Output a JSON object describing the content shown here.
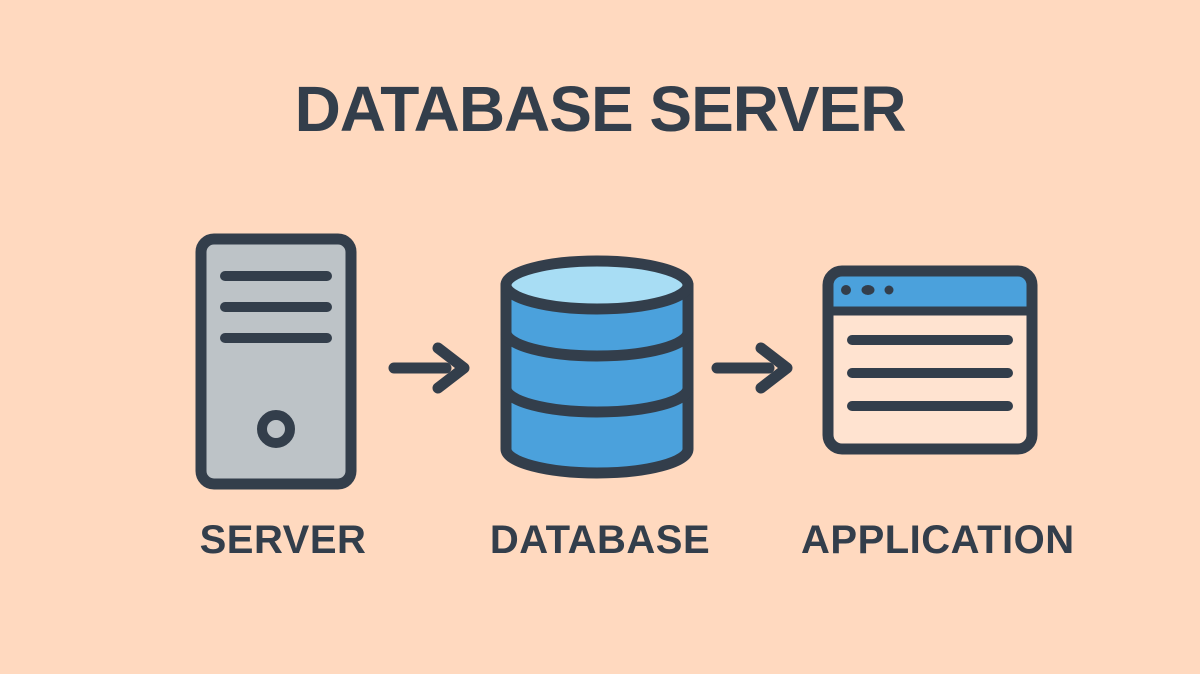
{
  "title": "DATABASE SERVER",
  "diagram": {
    "nodes": [
      {
        "id": "server",
        "label": "SERVER",
        "icon": "server-tower-icon"
      },
      {
        "id": "database",
        "label": "DATABASE",
        "icon": "database-cylinder-icon"
      },
      {
        "id": "application",
        "label": "APPLICATION",
        "icon": "application-window-icon"
      }
    ],
    "connections": [
      {
        "from": "server",
        "to": "database",
        "icon": "arrow-right-icon"
      },
      {
        "from": "database",
        "to": "application",
        "icon": "arrow-right-icon"
      }
    ]
  },
  "colors": {
    "background": "#FFD9BF",
    "outline": "#333E4B",
    "text": "#333E4B",
    "server_gray": "#BDC3C7",
    "primary_blue": "#4BA1DC",
    "light_blue": "#A8DDF4",
    "window_body": "#FFE3D0"
  }
}
